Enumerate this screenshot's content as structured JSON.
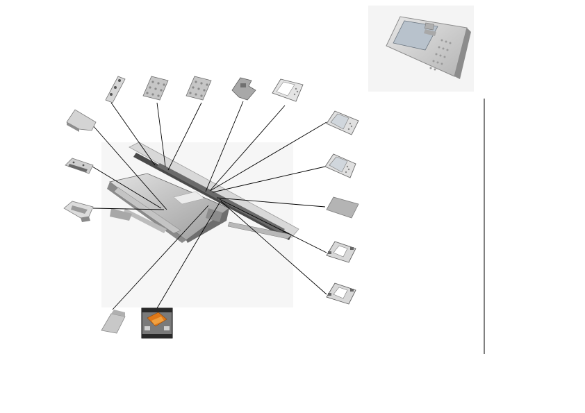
{
  "diagram": {
    "type": "exploded-parts-view",
    "subject": "control-panel-assembly",
    "colors": {
      "part_fill": "#c8c8c8",
      "part_dark": "#707070",
      "part_light": "#e6e6e6",
      "line": "#000000",
      "orange_part": "#e07818",
      "photo_bg": "#7a7a7a"
    },
    "parts": [
      {
        "id": "left-bracket-top",
        "icon": "bracket-icon"
      },
      {
        "id": "left-bracket-middle",
        "icon": "bracket-icon"
      },
      {
        "id": "left-bracket-bottom",
        "icon": "bracket-icon"
      },
      {
        "id": "hinge-strip",
        "icon": "strip-icon"
      },
      {
        "id": "keypad-membrane-1",
        "icon": "keypad-icon"
      },
      {
        "id": "keypad-membrane-2",
        "icon": "keypad-icon"
      },
      {
        "id": "display-bracket",
        "icon": "bracket-icon"
      },
      {
        "id": "panel-frame-top",
        "icon": "panel-icon"
      },
      {
        "id": "panel-frame-right-1",
        "icon": "panel-icon"
      },
      {
        "id": "panel-frame-right-2",
        "icon": "panel-icon"
      },
      {
        "id": "protective-sheet",
        "icon": "sheet-icon"
      },
      {
        "id": "mounting-plate-1",
        "icon": "plate-icon"
      },
      {
        "id": "mounting-plate-2",
        "icon": "plate-icon"
      },
      {
        "id": "flat-cable",
        "icon": "cable-icon"
      },
      {
        "id": "connector-board",
        "icon": "board-icon"
      }
    ]
  }
}
